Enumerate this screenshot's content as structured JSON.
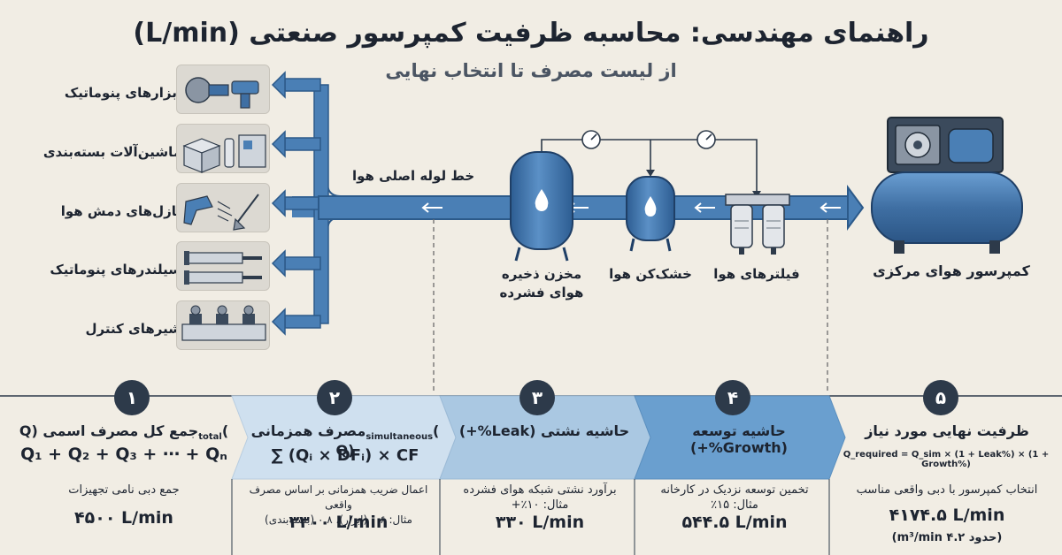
{
  "header": {
    "title": "راهنمای مهندسی: محاسبه ظرفیت کمپرسور صنعتی (L/min)",
    "subtitle": "از لیست مصرف تا انتخاب نهایی"
  },
  "sources": [
    {
      "label": "ابزارهای پنوماتیک",
      "icon": "angle-grinder-drill-icon"
    },
    {
      "label": "ماشین‌آلات بسته‌بندی",
      "icon": "packaging-machine-icon"
    },
    {
      "label": "نازل‌های دمش هوا",
      "icon": "air-blow-nozzle-icon"
    },
    {
      "label": "سیلندرهای پنوماتیک",
      "icon": "pneumatic-cylinder-icon"
    },
    {
      "label": "شیرهای کنترل",
      "icon": "control-valve-icon"
    }
  ],
  "pipeline": {
    "main_pipe_label": "خط لوله اصلی هوا",
    "receiver_label": "مخزن ذخیره\nهوای فشرده",
    "dryer_label": "خشک‌کن هوا",
    "filters_label": "فیلترهای هوا",
    "compressor_label": "کمپرسور هوای مرکزی"
  },
  "steps": [
    {
      "number": "۱",
      "title": "جمع کل مصرف اسمی (Q",
      "title_sub": "total",
      "title_end": ")",
      "formula": "Q₁ + Q₂ + Q₃ + ⋯ + Qₙ",
      "desc": "جمع دبی نامی تجهیزات",
      "value": "۴۵۰۰ L/min"
    },
    {
      "number": "۲",
      "title": "مصرف همزمانی (Q",
      "title_sub": "simultaneous",
      "title_end": ")",
      "formula": "∑ (Qᵢ × DFᵢ) × CF",
      "desc": "اعمال ضریب همزمانی بر اساس مصرف واقعی\nمثال: ۰.۶ (ابزار)، ۰.۸ (بسته‌بندی)",
      "value": "۳۳۰۰ L/min"
    },
    {
      "number": "۳",
      "title": "حاشیه نشتی (Leak%+)",
      "formula": "",
      "desc": "برآورد نشتی شبکه هوای فشرده\nمثال: ۱۰٪+",
      "value": "۳۳۰ L/min"
    },
    {
      "number": "۴",
      "title": "حاشیه توسعه (Growth%+)",
      "formula": "",
      "desc": "تخمین توسعه نزدیک در کارخانه\nمثال: ۱۵٪",
      "value": "۵۴۴.۵ L/min"
    },
    {
      "number": "۵",
      "title": "ظرفیت نهایی مورد نیاز",
      "formula": "Q_required = Q_sim × (1 + Leak%) × (1 + Growth%)",
      "desc": "انتخاب کمپرسور با دبی واقعی مناسب",
      "value": "۴۱۷۴.۵ L/min",
      "value2": "(حدود ۴.۲ m³/min)"
    }
  ],
  "colors": {
    "pipe": "#4a7fb5",
    "pipe_dark": "#2c5a8a",
    "tank": "#3f6fa3",
    "step_bg_1": "#f1ede4",
    "step_bg_2": "#cfe0ef",
    "step_bg_3": "#aac8e2",
    "step_bg_4": "#6a9fcf",
    "step_bg_5": "#f1ede4"
  }
}
